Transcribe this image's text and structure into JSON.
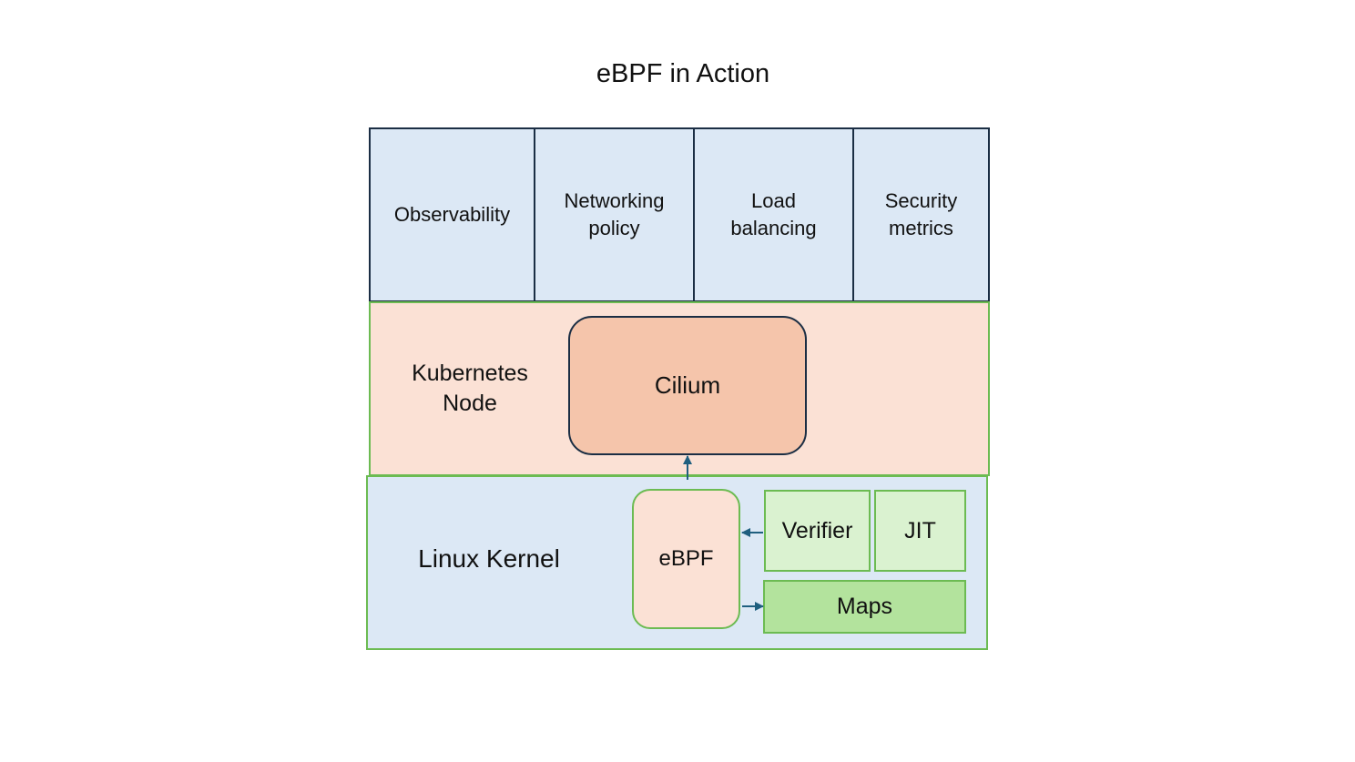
{
  "title": "eBPF in Action",
  "capabilities": [
    {
      "line1": "Observability",
      "line2": ""
    },
    {
      "line1": "Networking",
      "line2": "policy"
    },
    {
      "line1": "Load",
      "line2": "balancing"
    },
    {
      "line1": "Security",
      "line2": "metrics"
    }
  ],
  "kubernetes_node": {
    "line1": "Kubernetes",
    "line2": "Node",
    "cilium": "Cilium"
  },
  "linux_kernel": {
    "label": "Linux Kernel",
    "ebpf": "eBPF",
    "verifier": "Verifier",
    "jit": "JIT",
    "maps": "Maps"
  },
  "colors": {
    "capability_fill": "#dce8f5",
    "node_fill": "#fbe1d5",
    "cilium_fill": "#f5c5ab",
    "kernel_fill": "#dce8f5",
    "component_fill": "#daf2d0",
    "maps_fill": "#b3e39d",
    "green_border": "#6cbb52",
    "dark_border": "#1b2e44",
    "arrow": "#1f5f7f"
  }
}
